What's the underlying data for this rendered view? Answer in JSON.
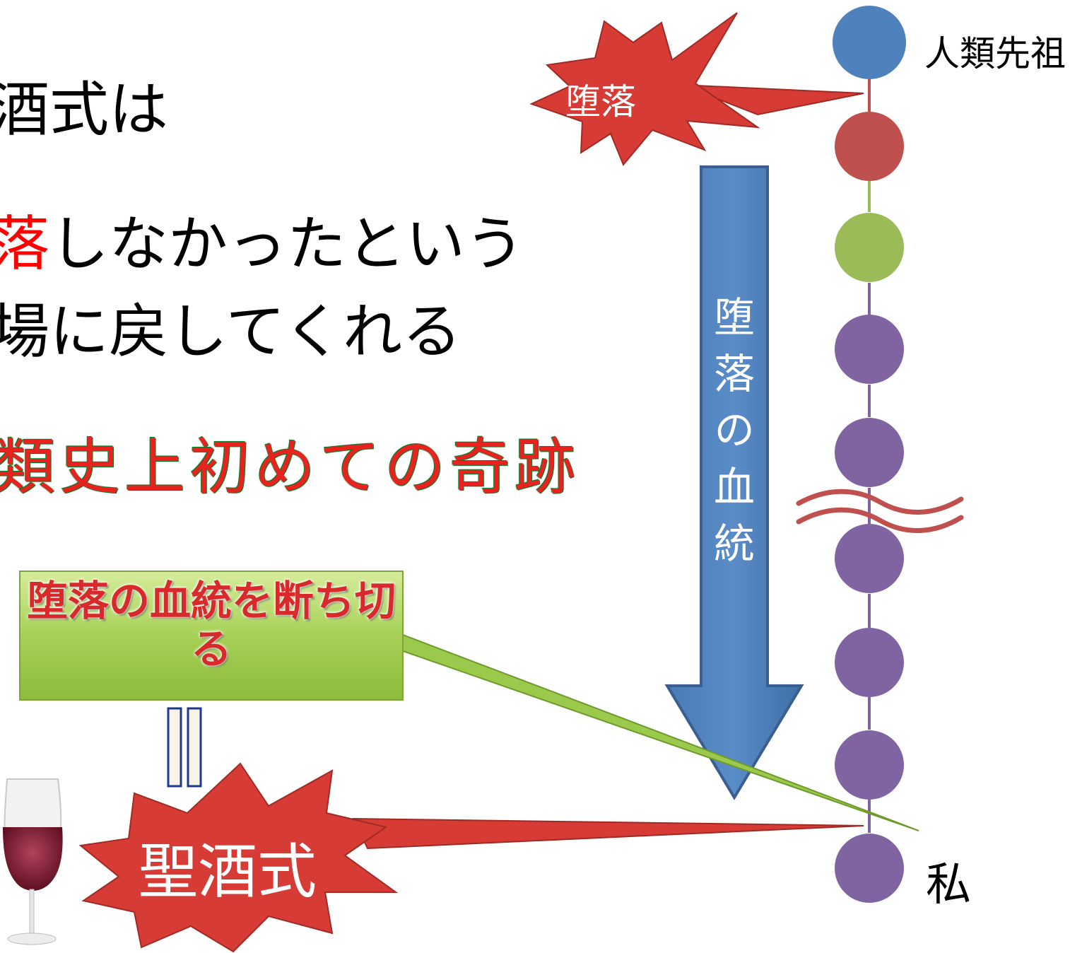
{
  "text": {
    "line1": "酒式は",
    "line2_red": "落",
    "line2_rest": "しなかったという",
    "line3": "場に戻してくれる",
    "line4": "類史上初めての奇跡"
  },
  "burst_top_label": "堕落",
  "vertical_arrow_label": "堕落の血統",
  "green_box_text": "堕落の血統を断ち切る",
  "equals_sign": "||",
  "burst_bottom_label": "聖酒式",
  "chain": {
    "top_label": "人類先祖",
    "bottom_label": "私",
    "node_colors": [
      "#4f81bd",
      "#c0504d",
      "#9bbb59",
      "#8064a2",
      "#8064a2",
      "#8064a2",
      "#8064a2",
      "#8064a2",
      "#8064a2"
    ]
  },
  "colors": {
    "red_text": "#ff0000",
    "arrow": "#4f81bd",
    "burst": "#d73b35",
    "box": "#9bc94c",
    "wave": "#c0504d"
  }
}
